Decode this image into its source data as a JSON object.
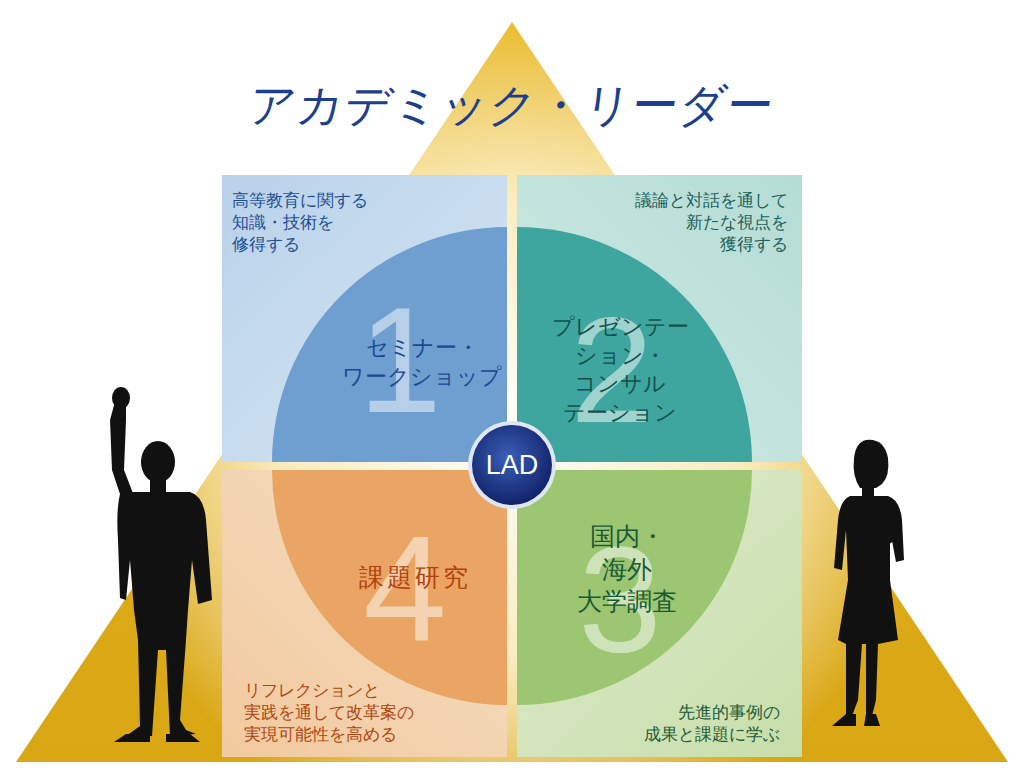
{
  "diagram": {
    "title": "アカデミック・リーダー",
    "nodes": [
      {
        "text": [
          "高等教育に関する 知識・技術を 修得する"
        ]
      },
      {
        "text": [
          "セミナー・ ワークショップ",
          "1"
        ],
        "in": 0
      },
      {
        "text": [
          "議論と対話を通して 新たな視点を 獲得する"
        ]
      },
      {
        "text": [
          "プレゼンテー ション・コンサル テーション",
          "2"
        ],
        "in": 2
      },
      {
        "text": [
          "リフレクションと 実践を通して改革案の 実現可能性を高める"
        ]
      },
      {
        "text": [
          "課題研究",
          "4"
        ],
        "in": 4
      },
      {
        "text": [
          "先進的事例の 成果と課題に学ぶ"
        ]
      },
      {
        "text": [
          "国内・海外 大学調査",
          "3"
        ],
        "in": 6
      },
      {
        "text": [
          "LAD"
        ]
      }
    ]
  }
}
